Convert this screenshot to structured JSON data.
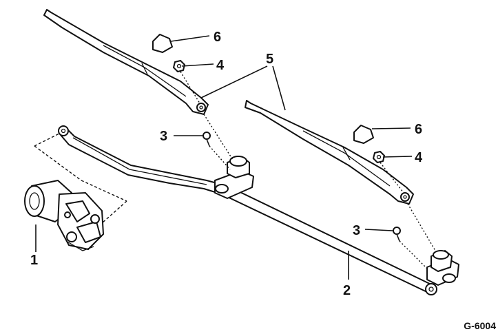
{
  "figure_id": "G-6004",
  "callouts": {
    "c1": "1",
    "c2": "2",
    "c3a": "3",
    "c3b": "3",
    "c4a": "4",
    "c4b": "4",
    "c5": "5",
    "c6a": "6",
    "c6b": "6"
  }
}
